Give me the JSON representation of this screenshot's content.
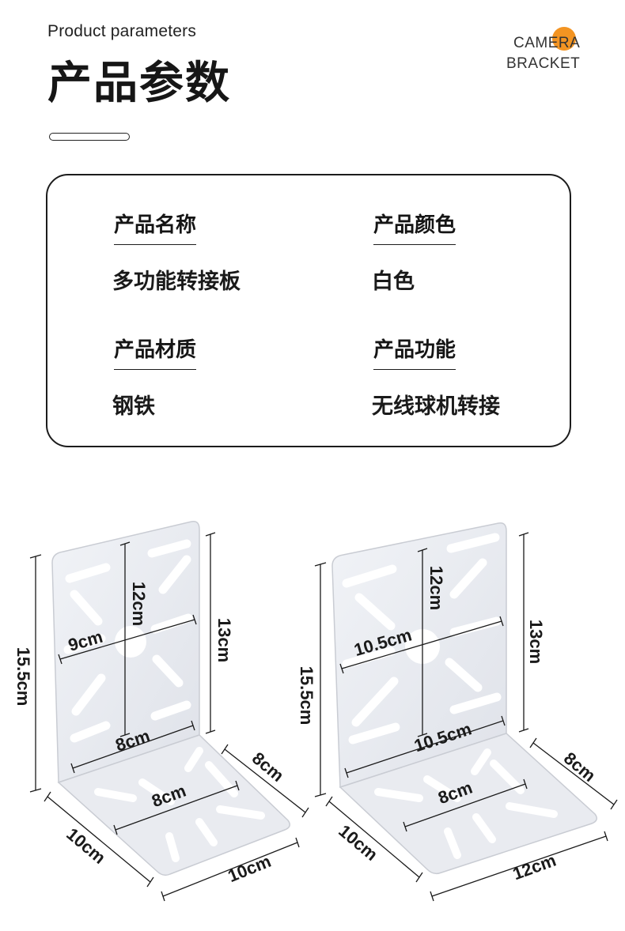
{
  "header": {
    "subtitle": "Product parameters",
    "title": "产品参数",
    "brand_line1": "CAMERA",
    "brand_line2": "BRACKET",
    "brand_dot_color": "#f39422"
  },
  "params": [
    {
      "label": "产品名称",
      "value": "多功能转接板"
    },
    {
      "label": "产品颜色",
      "value": "白色"
    },
    {
      "label": "产品材质",
      "value": "钢铁"
    },
    {
      "label": "产品功能",
      "value": "无线球机转接"
    }
  ],
  "bracket_small": {
    "height": "15.5cm",
    "upper_height": "12cm",
    "side_height": "13cm",
    "upper_width": "9cm",
    "lower_width": "8cm",
    "depth_right": "8cm",
    "base_inner": "8cm",
    "depth_left": "10cm",
    "base_width": "10cm"
  },
  "bracket_large": {
    "height": "15.5cm",
    "upper_height": "12cm",
    "side_height": "13cm",
    "upper_width": "10.5cm",
    "lower_width": "10.5cm",
    "depth_right": "8cm",
    "base_inner": "8cm",
    "depth_left": "10cm",
    "base_width": "12cm"
  }
}
